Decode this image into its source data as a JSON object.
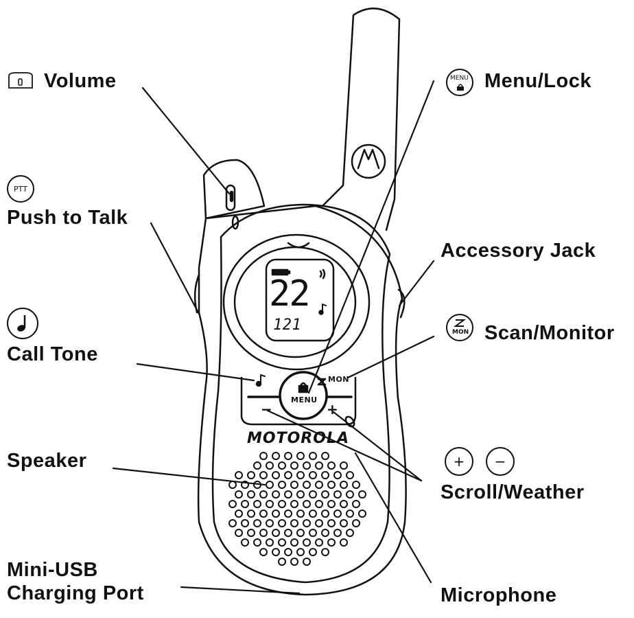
{
  "labels": {
    "volume": "Volume",
    "push_to_talk": "Push to Talk",
    "call_tone": "Call Tone",
    "speaker": "Speaker",
    "usb_line1": "Mini-USB",
    "usb_line2": "Charging Port",
    "menu_lock": "Menu/Lock",
    "accessory_jack": "Accessory Jack",
    "scan_monitor": "Scan/Monitor",
    "scroll_weather": "Scroll/Weather",
    "microphone": "Microphone"
  },
  "icons": {
    "ptt": "PTT",
    "menu_top": "MENU",
    "mon": "MON",
    "plus": "+",
    "minus": "−"
  },
  "radio": {
    "brand": "MOTOROLA",
    "channel": "22",
    "code": "121",
    "menu_button": "MENU",
    "mon_label": "MON",
    "minus": "−",
    "plus": "+"
  }
}
